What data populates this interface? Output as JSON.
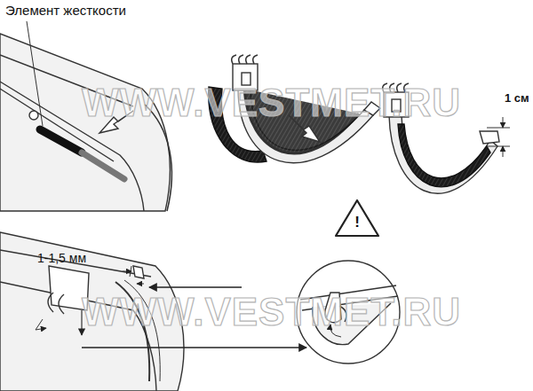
{
  "diagram": {
    "labels": [
      "Элемент жесткости",
      "1 см",
      "!",
      "1-1,5 мм",
      "WWW.VESTMET.RU",
      "WWW.VESTMET.RU"
    ]
  }
}
